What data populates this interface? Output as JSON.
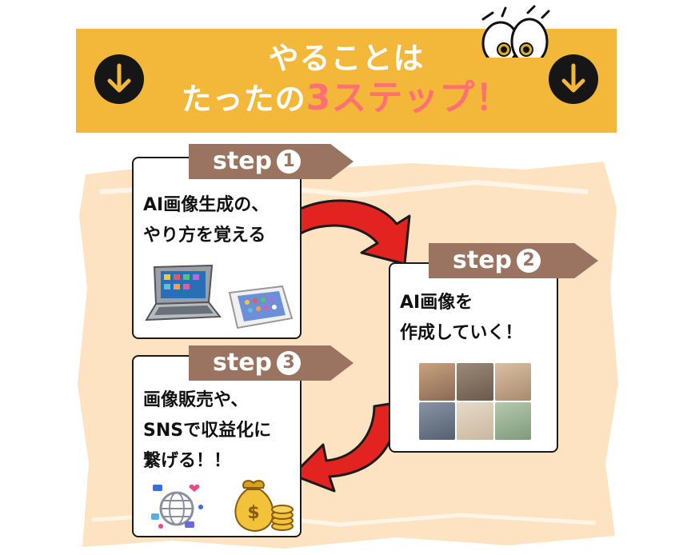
{
  "banner": {
    "line1": "やることは",
    "line2_prefix": "たったの",
    "line2_accent": "3ステップ！"
  },
  "steps": [
    {
      "word": "step",
      "number": "1",
      "text": "AI画像生成の、\nやり方を覚える",
      "icons": [
        "laptop-icon",
        "smartphone-icon"
      ]
    },
    {
      "word": "step",
      "number": "2",
      "text": "AI画像を\n作成していく！",
      "icons": [
        "portrait-grid"
      ]
    },
    {
      "word": "step",
      "number": "3",
      "text": "画像販売や、\nSNSで収益化に\n繋げる！！",
      "icons": [
        "social-network-icon",
        "money-bag-icon"
      ]
    }
  ],
  "colors": {
    "banner": "#f3b73a",
    "accent_text": "#ff6f73",
    "step_tag": "#9a7461",
    "arrow_red": "#e3231f",
    "splash": "#fde3c2"
  },
  "portrait_tones": [
    "#8a6a55",
    "#6b5a4c",
    "#a98a70",
    "#556070",
    "#c9b8a0",
    "#7f9a7a"
  ]
}
